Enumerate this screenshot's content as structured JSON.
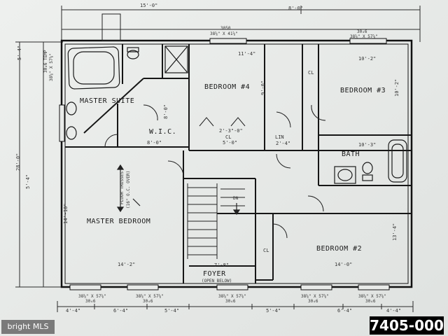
{
  "rooms": {
    "master_suite": "MASTER SUITE",
    "bedroom4": "BEDROOM #4",
    "bedroom3": "BEDROOM #3",
    "wic": "W.I.C.",
    "lin": "LIN",
    "bath": "BATH",
    "master_bedroom": "MASTER BEDROOM",
    "bedroom2": "BEDROOM #2",
    "foyer": "FOYER",
    "open_below": "(OPEN BELOW)",
    "cl_a": "CL",
    "cl_b": "CL",
    "cl_c": "CL",
    "dn": "DN",
    "floor_trusses": "FLOOR TRUSSES",
    "floor_trusses_2": "(16\" O.C. OVER)"
  },
  "dims": {
    "top_left": "15'-0\"",
    "top_mid": "8'-0\"",
    "win_top_a": "3050",
    "win_top_a2": "38⅝\" X 41⅝\"",
    "win_top_b": "30₄6",
    "win_top_b2": "38⅝\" X 57⅝\"",
    "bed4_w": "11'-4\"",
    "bed3_w": "10'-2\"",
    "bed3_h": "10'-2\"",
    "wic_w": "8'-0\"",
    "wic_h": "8'-0\"",
    "cl_w": "2'-3\"-0\"",
    "cl_w2": "5'-0\"",
    "lin_w": "2'-4\"",
    "bath_w": "10'-3\"",
    "mb_w": "14'-2\"",
    "bed2_w": "14'-0\"",
    "foyer_w": "7'-8\"",
    "left_total": "28'-0\"",
    "left_upper": "5'-4\"",
    "left_mid": "14'-10\"",
    "left_lower": "5'-4\"",
    "bed2_h": "13'-4\"",
    "b4_right": "9'-0\"",
    "bot_1": "4'-4\"",
    "bot_2": "6'-4\"",
    "bot_3": "5'-4\"",
    "bot_4": "5'-4\"",
    "bot_5": "6'-4\"",
    "bot_6": "4'-4\"",
    "win_b1": "38⅝\" X 57⅝\"",
    "win_b1b": "30₄6",
    "win_b2": "38⅝\" X 57⅝\"",
    "win_b2b": "30₄6",
    "win_b3": "38⅝\" X 57⅝\"",
    "win_b3b": "30₄6",
    "win_b4": "38⅝\" X 57⅝\"",
    "win_b4b": "30₄6",
    "win_b5": "38⅝\" X 57⅝\"",
    "win_b5b": "30₄6",
    "win_left": "30₄6 TEMP",
    "win_left2": "38⅝\" X 57⅝\""
  },
  "plan_number": "7405-000",
  "watermark": "bright MLS"
}
